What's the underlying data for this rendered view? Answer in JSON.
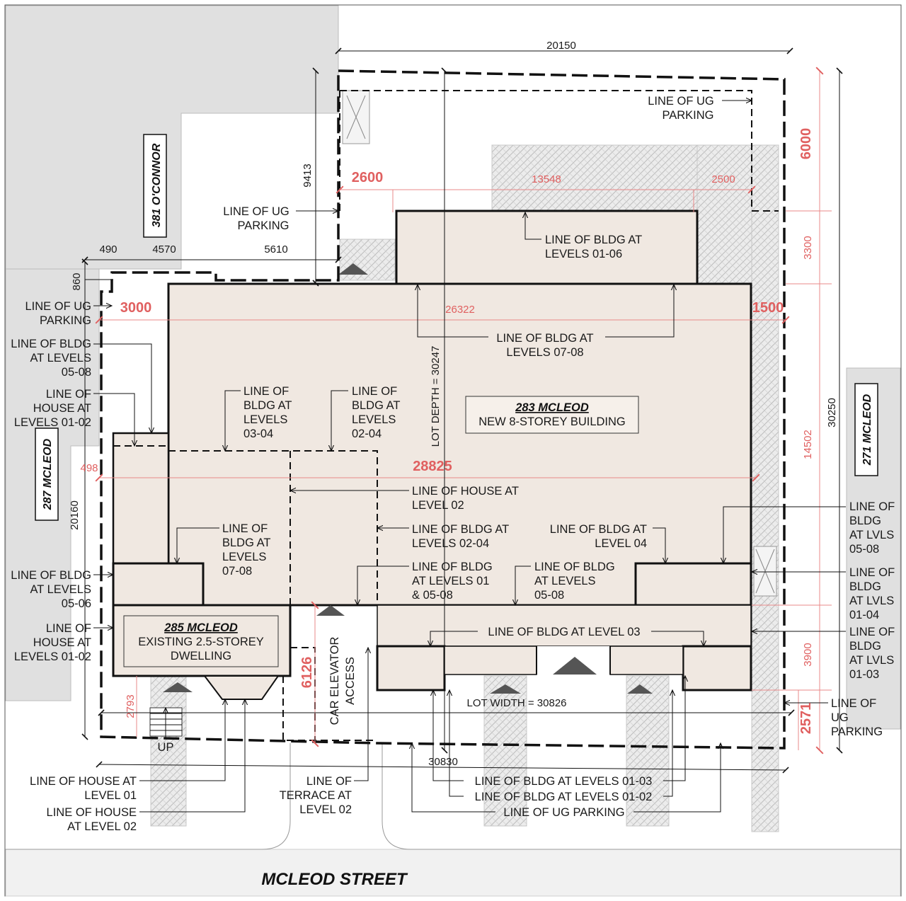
{
  "street": "MCLEOD STREET",
  "neighbours": {
    "north": "381 O'CONNOR",
    "west": "287 MCLEOD",
    "east": "271 MCLEOD"
  },
  "buildings": {
    "new": {
      "title": "283 MCLEOD",
      "subtitle": "NEW 8-STOREY BUILDING"
    },
    "existing": {
      "title": "285 MCLEOD",
      "line1": "EXISTING 2.5-STOREY",
      "line2": "DWELLING"
    }
  },
  "dimensions": {
    "top_width": "20150",
    "north_depth": "9413",
    "w490": "490",
    "w4570": "4570",
    "w5610": "5610",
    "d860": "860",
    "setback_3000": "3000",
    "setback_1500": "1500",
    "setback_2600": "2600",
    "d2500": "2500",
    "d13548": "13548",
    "d26322": "26322",
    "d28825": "28825",
    "d498": "498",
    "d6000": "6000",
    "d3300": "3300",
    "d14502": "14502",
    "d3900": "3900",
    "d2571": "2571",
    "d30250": "30250",
    "d20160": "20160",
    "d6126": "6126",
    "d2793": "2793",
    "bottom_width": "30830",
    "lot_width": "LOT WIDTH =  30826",
    "lot_depth": "LOT DEPTH =  30247"
  },
  "labels": {
    "ug_parking_top": [
      "LINE OF UG",
      "PARKING"
    ],
    "ug_parking_mid": [
      "LINE OF UG",
      "PARKING"
    ],
    "ug_parking_left": [
      "LINE OF UG",
      "PARKING"
    ],
    "bldg_01_06": [
      "LINE OF BLDG AT",
      "LEVELS 01-06"
    ],
    "bldg_07_08_top": [
      "LINE OF BLDG AT",
      "LEVELS 07-08"
    ],
    "bldg_05_08_left": [
      "LINE OF BLDG",
      "AT LEVELS",
      "05-08"
    ],
    "house_01_02_upper": [
      "LINE OF",
      "HOUSE AT",
      "LEVELS 01-02"
    ],
    "bldg_03_04": [
      "LINE OF",
      "BLDG AT",
      "LEVELS",
      "03-04"
    ],
    "bldg_02_04_a": [
      "LINE OF",
      "BLDG AT",
      "LEVELS",
      "02-04"
    ],
    "house_level_02": [
      "LINE OF HOUSE AT",
      "LEVEL 02"
    ],
    "bldg_07_08_low": [
      "LINE OF",
      "BLDG AT",
      "LEVELS",
      "07-08"
    ],
    "bldg_02_04_b": [
      "LINE OF BLDG AT",
      "LEVELS 02-04"
    ],
    "bldg_level_04": [
      "LINE OF BLDG AT",
      "LEVEL 04"
    ],
    "bldg_01_0508": [
      "LINE OF BLDG",
      "AT LEVELS 01",
      "& 05-08"
    ],
    "bldg_05_08_mid": [
      "LINE OF BLDG",
      "AT LEVELS",
      "05-08"
    ],
    "bldg_05_06_left": [
      "LINE OF BLDG",
      "AT LEVELS",
      "05-06"
    ],
    "house_01_02_lower": [
      "LINE OF",
      "HOUSE AT",
      "LEVELS 01-02"
    ],
    "bldg_level_03": "LINE OF BLDG AT LEVEL 03",
    "car_elevator": [
      "CAR ELEVATOR",
      "ACCESS"
    ],
    "right_05_08": [
      "LINE OF",
      "BLDG",
      "AT LVLS",
      "05-08"
    ],
    "right_01_04": [
      "LINE OF",
      "BLDG",
      "AT LVLS",
      "01-04"
    ],
    "right_01_03": [
      "LINE OF",
      "BLDG",
      "AT LVLS",
      "01-03"
    ],
    "right_ug": [
      "LINE OF",
      "UG",
      "PARKING"
    ],
    "house_level_01": [
      "LINE OF HOUSE AT",
      "LEVEL 01"
    ],
    "house_level_02_b": [
      "LINE OF HOUSE",
      "AT LEVEL 02"
    ],
    "terrace": [
      "LINE OF",
      "TERRACE AT",
      "LEVEL 02"
    ],
    "bldg_01_03_bottom": "LINE OF BLDG AT LEVELS 01-03",
    "bldg_01_02_bottom": "LINE OF BLDG AT LEVELS 01-02",
    "ug_parking_bottom": "LINE OF UG PARKING",
    "up": "UP"
  }
}
